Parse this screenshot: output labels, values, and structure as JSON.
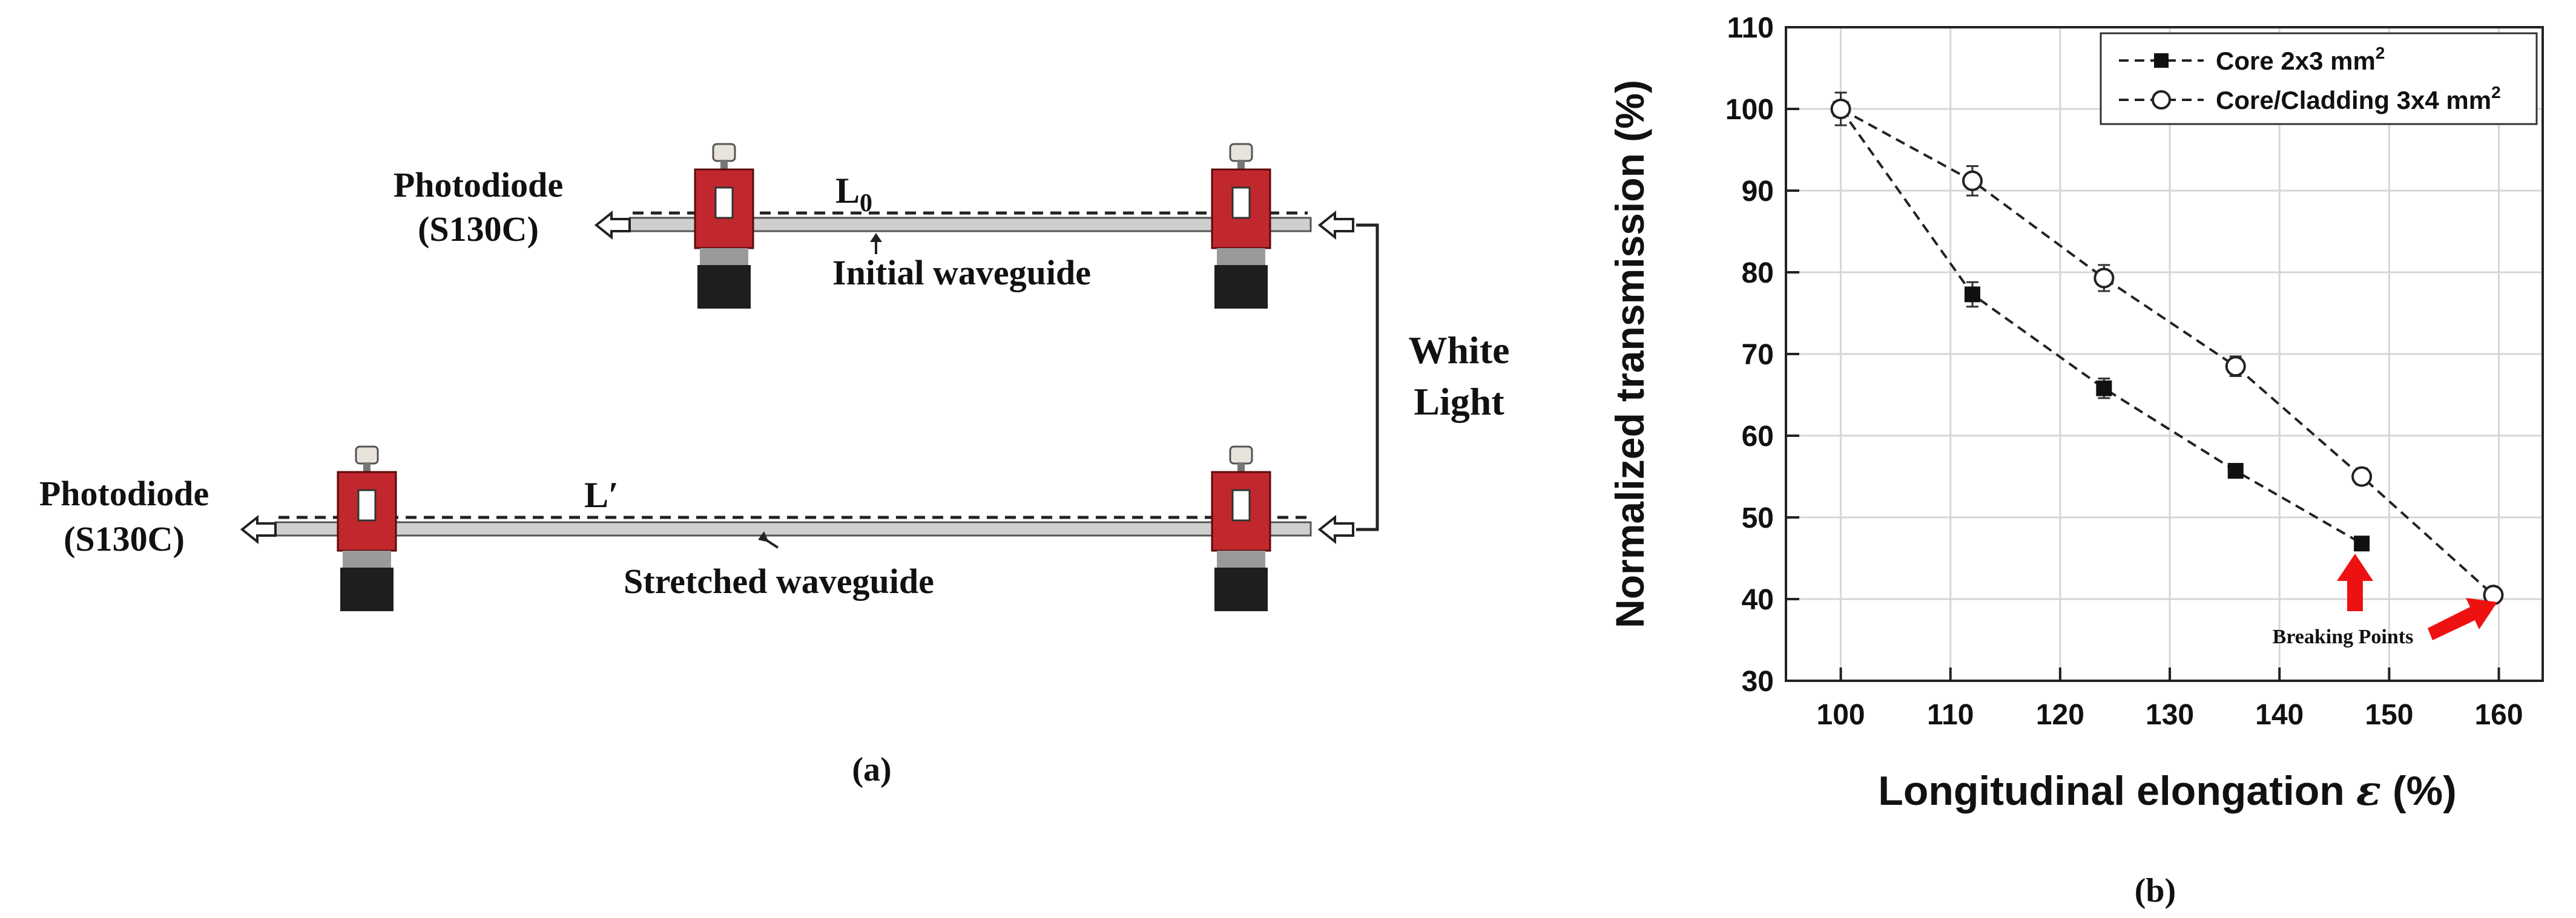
{
  "panel_a": {
    "photodiode_top": "Photodiode",
    "photodiode_top_model": "(S130C)",
    "photodiode_bottom": "Photodiode",
    "photodiode_bottom_model": "(S130C)",
    "length_initial": "L",
    "length_initial_sub": "0",
    "length_stretched": "L′",
    "initial_label": "Initial waveguide",
    "stretched_label": "Stretched waveguide",
    "light_line1": "White",
    "light_line2": "Light",
    "caption": "(a)",
    "colors": {
      "clamp_red": "#c0282d",
      "clamp_black": "#1e1e1e",
      "waveguide": "#cfcfcf"
    }
  },
  "panel_b": {
    "caption": "(b)",
    "annotation": "Breaking Points",
    "arrow_color": "#ee1111"
  },
  "chart_data": {
    "type": "scatter",
    "xlabel_prefix": "Longitudinal elongation ",
    "xlabel_symbol": "ε",
    "xlabel_suffix": " (%)",
    "ylabel": "Normalized transmission (%)",
    "xlim": [
      95,
      164
    ],
    "ylim": [
      30,
      110
    ],
    "xticks": [
      100,
      110,
      120,
      130,
      140,
      150,
      160
    ],
    "yticks": [
      30,
      40,
      50,
      60,
      70,
      80,
      90,
      100,
      110
    ],
    "grid": true,
    "legend": "top-right",
    "series": [
      {
        "name": "Core 2x3 mm",
        "name_sup": "2",
        "marker": "filled-square",
        "points": [
          {
            "x": 100,
            "y": 100,
            "err": 0
          },
          {
            "x": 112,
            "y": 77.3,
            "err": 1.5
          },
          {
            "x": 124,
            "y": 65.8,
            "err": 1.2
          },
          {
            "x": 136,
            "y": 55.7,
            "err": 0.8
          },
          {
            "x": 147.5,
            "y": 46.8,
            "err": 0.6
          }
        ]
      },
      {
        "name": "Core/Cladding 3x4 mm",
        "name_sup": "2",
        "marker": "open-circle",
        "points": [
          {
            "x": 100,
            "y": 100,
            "err": 2
          },
          {
            "x": 112,
            "y": 91.2,
            "err": 1.8
          },
          {
            "x": 124,
            "y": 79.3,
            "err": 1.6
          },
          {
            "x": 136,
            "y": 68.5,
            "err": 1.2
          },
          {
            "x": 147.5,
            "y": 55,
            "err": 1.0
          },
          {
            "x": 159.5,
            "y": 40.5,
            "err": 0.8
          }
        ]
      }
    ]
  }
}
